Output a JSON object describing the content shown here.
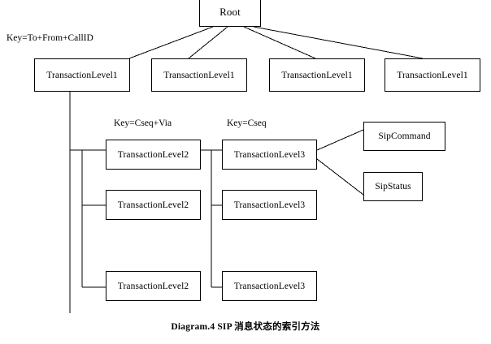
{
  "diagram": {
    "caption": "Diagram.4 SIP 消息状态的索引方法",
    "root": {
      "label": "Root"
    },
    "level1": [
      {
        "label": "TransactionLevel1"
      },
      {
        "label": "TransactionLevel1"
      },
      {
        "label": "TransactionLevel1"
      },
      {
        "label": "TransactionLevel1"
      }
    ],
    "level2": [
      {
        "label": "TransactionLevel2"
      },
      {
        "label": "TransactionLevel2"
      },
      {
        "label": "TransactionLevel2"
      }
    ],
    "level3": [
      {
        "label": "TransactionLevel3"
      },
      {
        "label": "TransactionLevel3"
      },
      {
        "label": "TransactionLevel3"
      }
    ],
    "leaves": [
      {
        "label": "SipCommand"
      },
      {
        "label": "SipStatus"
      }
    ],
    "keys": {
      "level1": "Key=To+From+CallID",
      "level2": "Key=Cseq+Via",
      "level3": "Key=Cseq"
    },
    "colors": {
      "background": "#ffffff",
      "stroke": "#000000",
      "text": "#000000"
    }
  }
}
